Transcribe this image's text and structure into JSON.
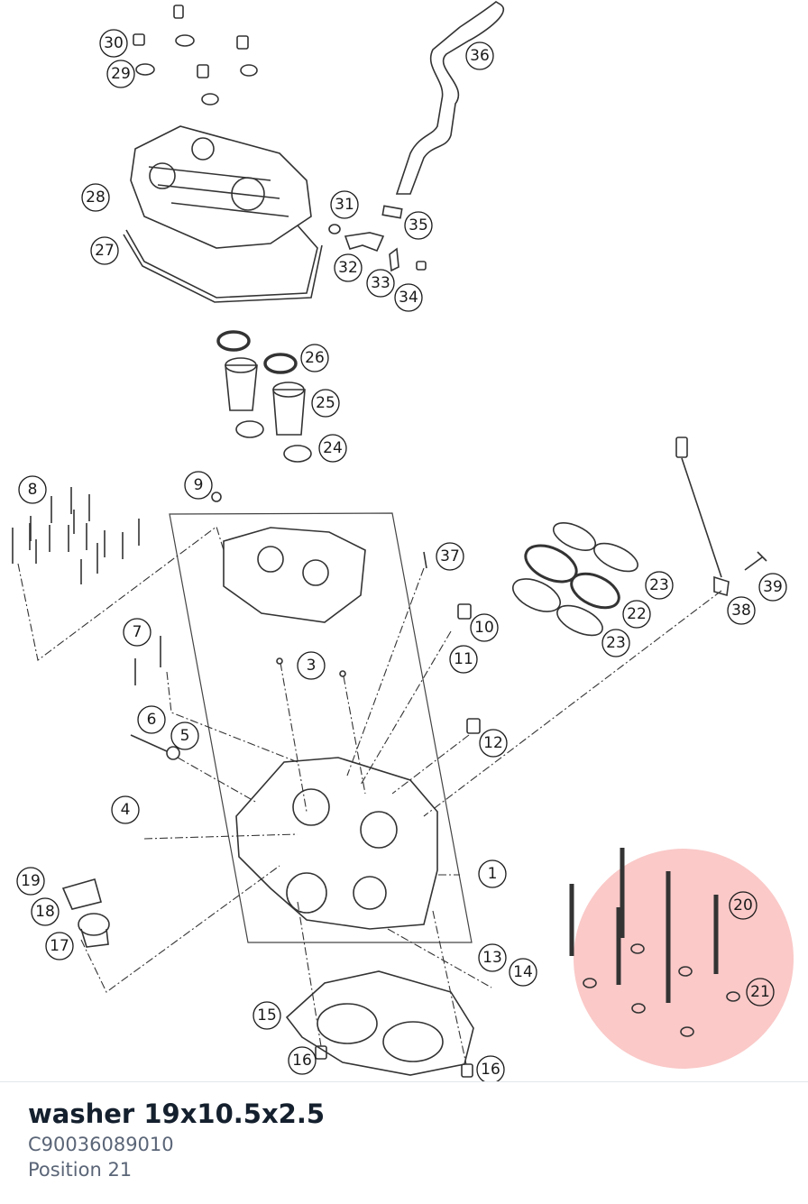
{
  "diagram": {
    "callouts": [
      "1",
      "3",
      "4",
      "5",
      "6",
      "7",
      "8",
      "9",
      "10",
      "11",
      "12",
      "13",
      "14",
      "15",
      "16",
      "16",
      "17",
      "18",
      "19",
      "20",
      "21",
      "22",
      "23",
      "23",
      "24",
      "25",
      "26",
      "27",
      "28",
      "29",
      "30",
      "31",
      "32",
      "33",
      "34",
      "35",
      "36",
      "37",
      "38",
      "39"
    ],
    "highlight_color": "#f2716e",
    "highlighted_position": "21"
  },
  "detail": {
    "name": "washer 19x10.5x2.5",
    "part_number": "C90036089010",
    "position": "Position 21"
  }
}
